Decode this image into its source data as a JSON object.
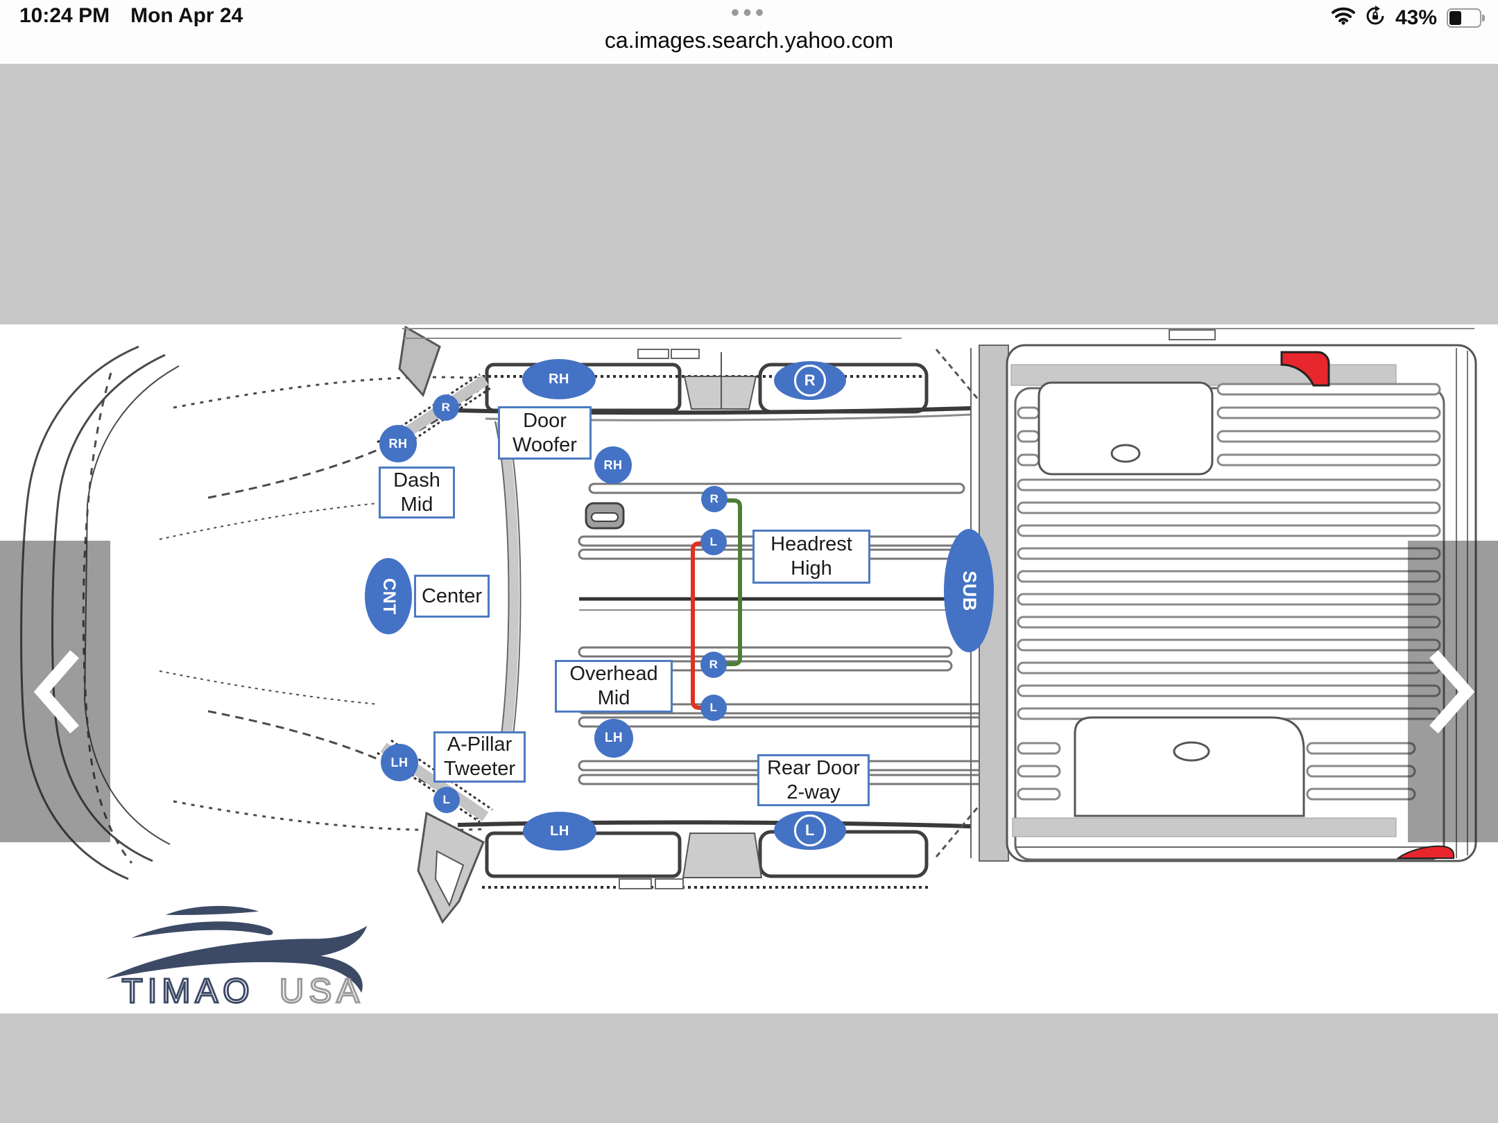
{
  "status_bar": {
    "time": "10:24 PM",
    "date": "Mon Apr 24",
    "overflow_dots": "•••",
    "battery_percent": "43%"
  },
  "browser": {
    "url": "ca.images.search.yahoo.com"
  },
  "diagram": {
    "boxes": [
      {
        "name": "door-woofer",
        "lines": [
          "Door",
          "Woofer"
        ]
      },
      {
        "name": "dash-mid",
        "lines": [
          "Dash",
          "Mid"
        ]
      },
      {
        "name": "center",
        "lines": [
          "Center"
        ]
      },
      {
        "name": "headrest-high",
        "lines": [
          "Headrest",
          "High"
        ]
      },
      {
        "name": "overhead-mid",
        "lines": [
          "Overhead",
          "Mid"
        ]
      },
      {
        "name": "a-pillar-tweeter",
        "lines": [
          "A-Pillar",
          "Tweeter"
        ]
      },
      {
        "name": "rear-door-2way",
        "lines": [
          "Rear Door",
          "2-way"
        ]
      }
    ],
    "speakers": [
      {
        "name": "door-woofer-rh",
        "label": "RH"
      },
      {
        "name": "rear-door-r",
        "label": "R"
      },
      {
        "name": "a-pillar-r",
        "label": "R"
      },
      {
        "name": "dash-rh",
        "label": "RH"
      },
      {
        "name": "door-rh",
        "label": "RH"
      },
      {
        "name": "center-cnt",
        "label": "CNT"
      },
      {
        "name": "headrest-r-front",
        "label": "R"
      },
      {
        "name": "headrest-l-front",
        "label": "L"
      },
      {
        "name": "headrest-r-rear",
        "label": "R"
      },
      {
        "name": "headrest-l-rear",
        "label": "L"
      },
      {
        "name": "overhead-lh",
        "label": "LH"
      },
      {
        "name": "dash-lh",
        "label": "LH"
      },
      {
        "name": "a-pillar-l",
        "label": "L"
      },
      {
        "name": "door-lh",
        "label": "LH"
      },
      {
        "name": "rear-door-l",
        "label": "L"
      },
      {
        "name": "sub",
        "label": "SUB"
      }
    ],
    "logo": {
      "brand": "TIMAO",
      "region": "USA"
    },
    "colors": {
      "marker_blue": "#4472c4",
      "box_border": "#4d7ac2",
      "wire_red": "#e0301e",
      "wire_green": "#4e7d35",
      "taillight_red": "#e8262d",
      "logo_navy": "#3d4a66",
      "logo_gray": "#9b9b9b"
    }
  }
}
